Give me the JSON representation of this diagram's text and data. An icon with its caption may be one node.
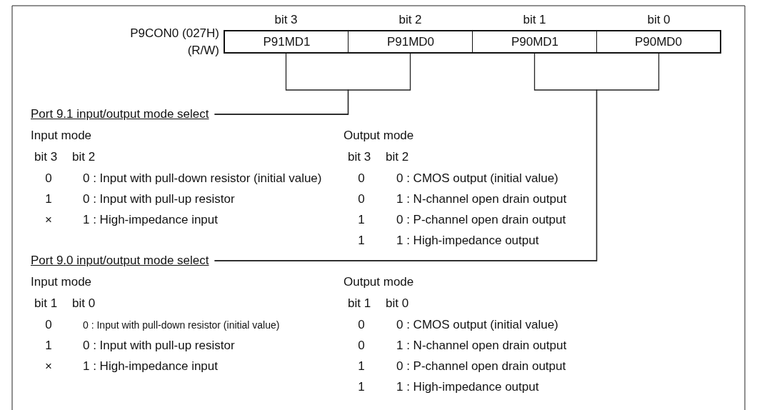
{
  "diagram": {
    "nodes": [
      {
        "text": [
          "P91MD1"
        ],
        "beside": [
          "bit 3"
        ]
      },
      {
        "text": [
          "P91MD0"
        ],
        "beside": [
          "bit 2"
        ]
      },
      {
        "text": [
          "P90MD1"
        ],
        "beside": [
          "bit 1"
        ]
      },
      {
        "text": [
          "P90MD0"
        ],
        "beside": [
          "bit 0"
        ]
      },
      {
        "text": [
          "Port 9.1 input/output mode select"
        ]
      },
      {
        "text": [
          "Port 9.0 input/output mode select"
        ]
      }
    ],
    "edges": [
      {
        "from": 0,
        "to": 4,
        "arrow": "none"
      },
      {
        "from": 1,
        "to": 4,
        "arrow": "none"
      },
      {
        "from": 2,
        "to": 5,
        "arrow": "none"
      },
      {
        "from": 3,
        "to": 5,
        "arrow": "none"
      }
    ],
    "labels": [
      "P9CON0 (027H)",
      "(R/W)",
      "Input mode",
      "Output mode",
      "bit 3",
      "bit 2",
      "bit 3",
      "bit 2",
      "0",
      "0 : Input with pull-down resistor (initial value)",
      "0",
      "0 : CMOS output (initial value)",
      "1",
      "0 : Input with pull-up resistor",
      "0",
      "1 : N-channel open drain output",
      "×",
      "1 : High-impedance input",
      "1",
      "0 : P-channel open drain output",
      "1",
      "1 : High-impedance output",
      "Input mode",
      "Output mode",
      "bit 1",
      "bit 0",
      "bit 1",
      "bit 0",
      "0",
      "0 : Input with pull-down resistor (initial value)",
      "0",
      "0 : CMOS output (initial value)",
      "1",
      "0 : Input with pull-up resistor",
      "0",
      "1 : N-channel open drain output",
      "×",
      "1 : High-impedance input",
      "1",
      "0 : P-channel open drain output",
      "1",
      "1 : High-impedance output"
    ]
  }
}
